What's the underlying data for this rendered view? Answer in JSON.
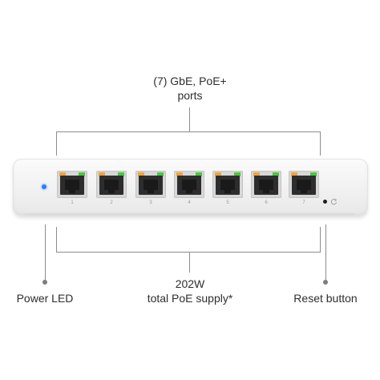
{
  "callouts": {
    "ports_line1": "(7) GbE, PoE+",
    "ports_line2": "ports",
    "supply_line1": "202W",
    "supply_line2": "total PoE supply*",
    "power_led": "Power LED",
    "reset_button": "Reset button"
  },
  "device": {
    "port_count": 7,
    "port_labels": [
      "1",
      "2",
      "3",
      "4",
      "5",
      "6",
      "7"
    ],
    "port_led_colors": {
      "left": "#f2a23b",
      "right": "#49c93b"
    },
    "power_led_color": "#2f7ff0",
    "body_color": "#f5f5f5"
  }
}
